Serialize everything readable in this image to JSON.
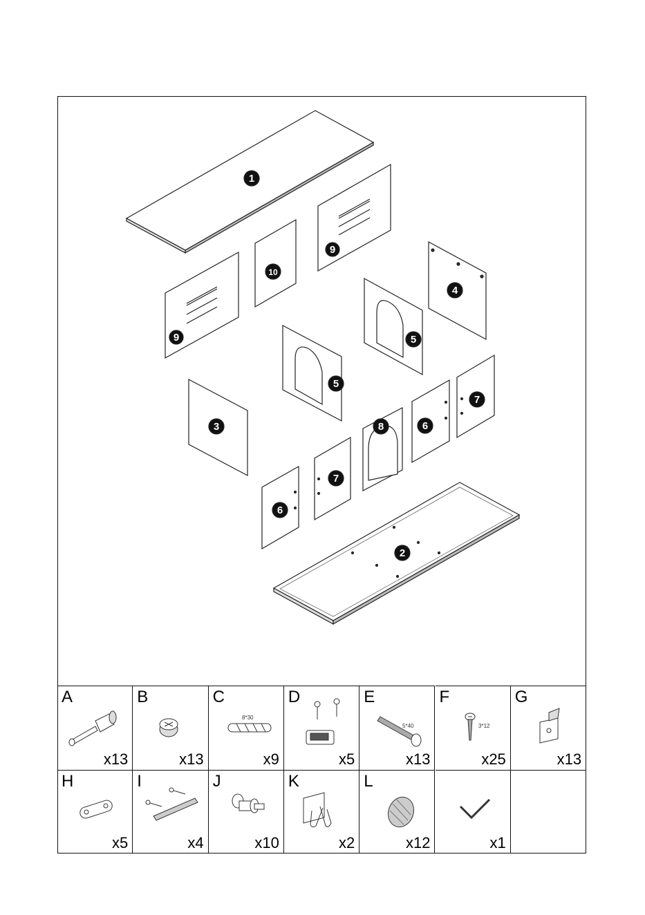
{
  "panels": [
    {
      "id": "p1",
      "label": "1"
    },
    {
      "id": "p9a",
      "label": "9"
    },
    {
      "id": "p9b",
      "label": "9"
    },
    {
      "id": "p10",
      "label": "10"
    },
    {
      "id": "p4",
      "label": "4"
    },
    {
      "id": "p5a",
      "label": "5"
    },
    {
      "id": "p5b",
      "label": "5"
    },
    {
      "id": "p3",
      "label": "3"
    },
    {
      "id": "p8",
      "label": "8"
    },
    {
      "id": "p6a",
      "label": "6"
    },
    {
      "id": "p6b",
      "label": "6"
    },
    {
      "id": "p7a",
      "label": "7"
    },
    {
      "id": "p7b",
      "label": "7"
    },
    {
      "id": "p2",
      "label": "2"
    }
  ],
  "hardware": [
    {
      "letter": "A",
      "qty": "x13",
      "icon": "cam-bolt-icon"
    },
    {
      "letter": "B",
      "qty": "x13",
      "icon": "cam-lock-icon"
    },
    {
      "letter": "C",
      "qty": "x9",
      "icon": "wooden-dowel-icon",
      "size": "8*30"
    },
    {
      "letter": "D",
      "qty": "x5",
      "icon": "magnetic-catch-icon"
    },
    {
      "letter": "E",
      "qty": "x13",
      "icon": "long-screw-icon",
      "size": "5*40"
    },
    {
      "letter": "F",
      "qty": "x25",
      "icon": "short-screw-icon",
      "size": "3*12"
    },
    {
      "letter": "G",
      "qty": "x13",
      "icon": "corner-bracket-icon"
    },
    {
      "letter": "H",
      "qty": "x5",
      "icon": "connector-plate-icon"
    },
    {
      "letter": "I",
      "qty": "x4",
      "icon": "rail-with-screws-icon"
    },
    {
      "letter": "J",
      "qty": "x10",
      "icon": "knob-icon"
    },
    {
      "letter": "K",
      "qty": "x2",
      "icon": "hook-icon"
    },
    {
      "letter": "L",
      "qty": "x12",
      "icon": "mesh-vent-icon"
    },
    {
      "letter": "",
      "qty": "x1",
      "icon": "allen-key-icon"
    },
    {
      "letter": "",
      "qty": "",
      "icon": ""
    }
  ]
}
